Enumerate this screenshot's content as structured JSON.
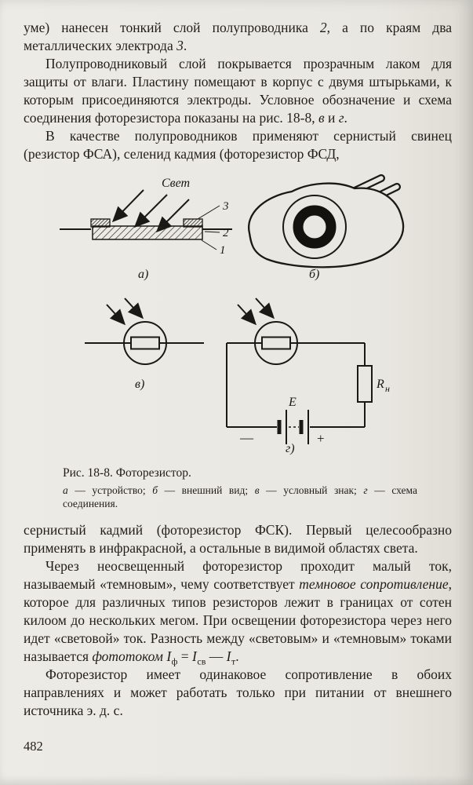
{
  "text": {
    "p1": {
      "s0": "уме) нанесен тонкий слой полупроводника ",
      "s1": "2",
      "s2": ", а по краям два металлических электрода ",
      "s3": "3",
      "s4": "."
    },
    "p2": {
      "s0": "Полупроводниковый слой покрывается прозрачным лаком для защиты от влаги. Пластину помещают в корпус с двумя штырьками, к которым присоединяются электроды. Условное обозначение и схема соединения фоторезистора показаны на рис. 18-8, ",
      "s1": "в",
      "s2": " и ",
      "s3": "г",
      "s4": "."
    },
    "p3": "В качестве полупроводников применяют сернистый свинец (резистор ФСА), селенид кадмия (фоторезистор ФСД,",
    "p4": "сернистый кадмий (фоторезистор ФСК). Первый целесообразно применять в инфракрасной, а остальные в видимой областях света.",
    "p5": {
      "s0": "Через неосвещенный фоторезистор проходит малый ток, называемый «темновым», чему соответствует ",
      "s1": "темновое сопротивление",
      "s2": ", которое для различных типов резисторов лежит в границах от сотен килоом до нескольких мегом. При освещении фоторезистора через него идет «световой» ток. Разность между «световым» и «темновым» токами называется ",
      "s3": "фототоком ",
      "formula": {
        "I1": "I",
        "sub1": "ф",
        "eq": " = ",
        "I2": "I",
        "sub2": "св",
        "minus": " — ",
        "I3": "I",
        "sub3": "т",
        "dot": "."
      }
    },
    "p6": "Фоторезистор имеет одинаковое сопротивление в обоих направлениях и может работать только при питании от внешнего источника э. д. с."
  },
  "figure": {
    "light_label": "Свет",
    "callout_3": "3",
    "callout_2": "2",
    "callout_1": "1",
    "sub_a": "а)",
    "sub_b": "б)",
    "sub_v": "в)",
    "sub_g": "г)",
    "battery_label": "E",
    "resistor_label": "R",
    "resistor_sub": "н",
    "minus_sign": "—",
    "plus_sign": "+",
    "caption_title": "Рис. 18-8. Фоторезистор.",
    "caption": {
      "s0": "а",
      "s1": " — устройство; ",
      "s2": "б",
      "s3": " — внешний вид; ",
      "s4": "в",
      "s5": " — условный знак; ",
      "s6": "г",
      "s7": " — схема соединения."
    }
  },
  "page_number": "482",
  "colors": {
    "paper": "#e9e7e1",
    "ink": "#1b1915"
  }
}
